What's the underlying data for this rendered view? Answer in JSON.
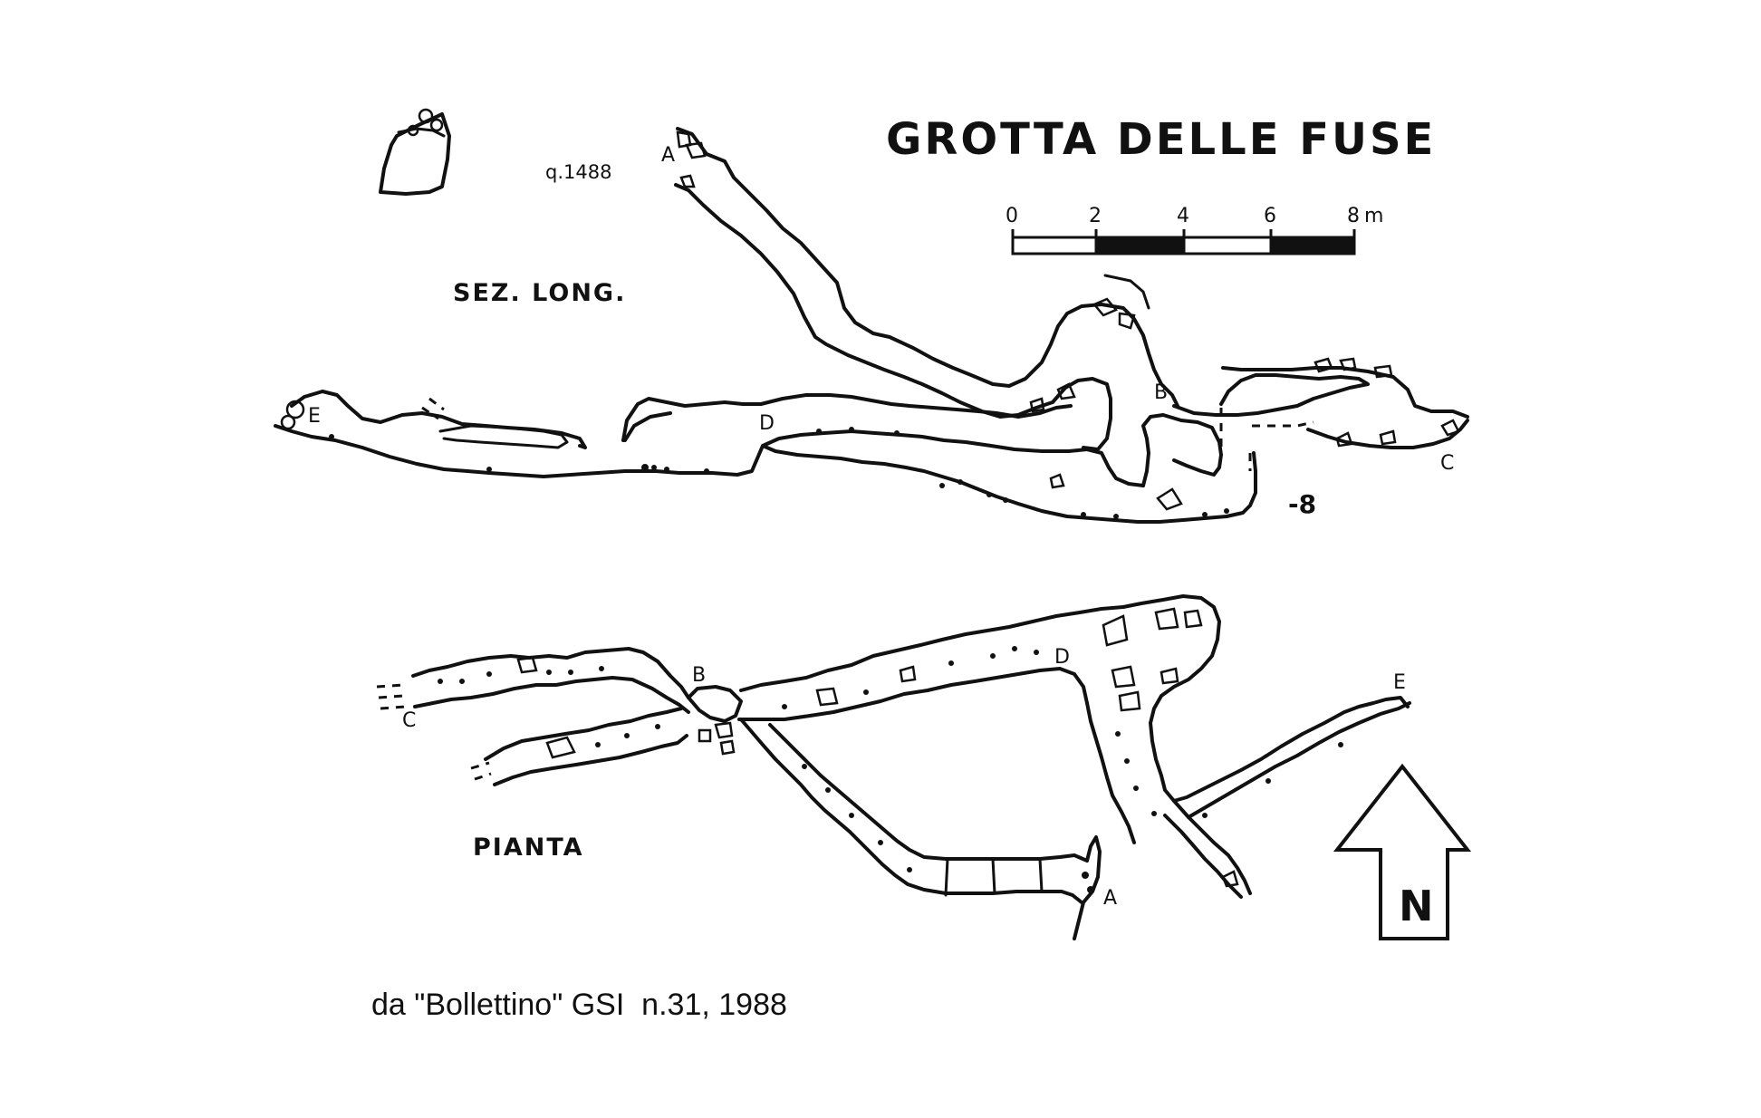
{
  "title": "GROTTA DELLE FUSE",
  "section": {
    "label": "SEZ. LONG.",
    "elevation": "q.1488",
    "depth": "-8",
    "points": {
      "a": "A",
      "b": "B",
      "c": "C",
      "d": "D",
      "e": "E"
    }
  },
  "plan": {
    "label": "PIANTA",
    "points": {
      "a": "A",
      "b": "B",
      "c": "C",
      "d": "D",
      "e": "E"
    }
  },
  "scale": {
    "ticks": [
      "0",
      "2",
      "4",
      "6",
      "8"
    ],
    "unit": "m"
  },
  "north": "N",
  "credit": "da \"Bollettino\" GSI  n.31, 1988"
}
